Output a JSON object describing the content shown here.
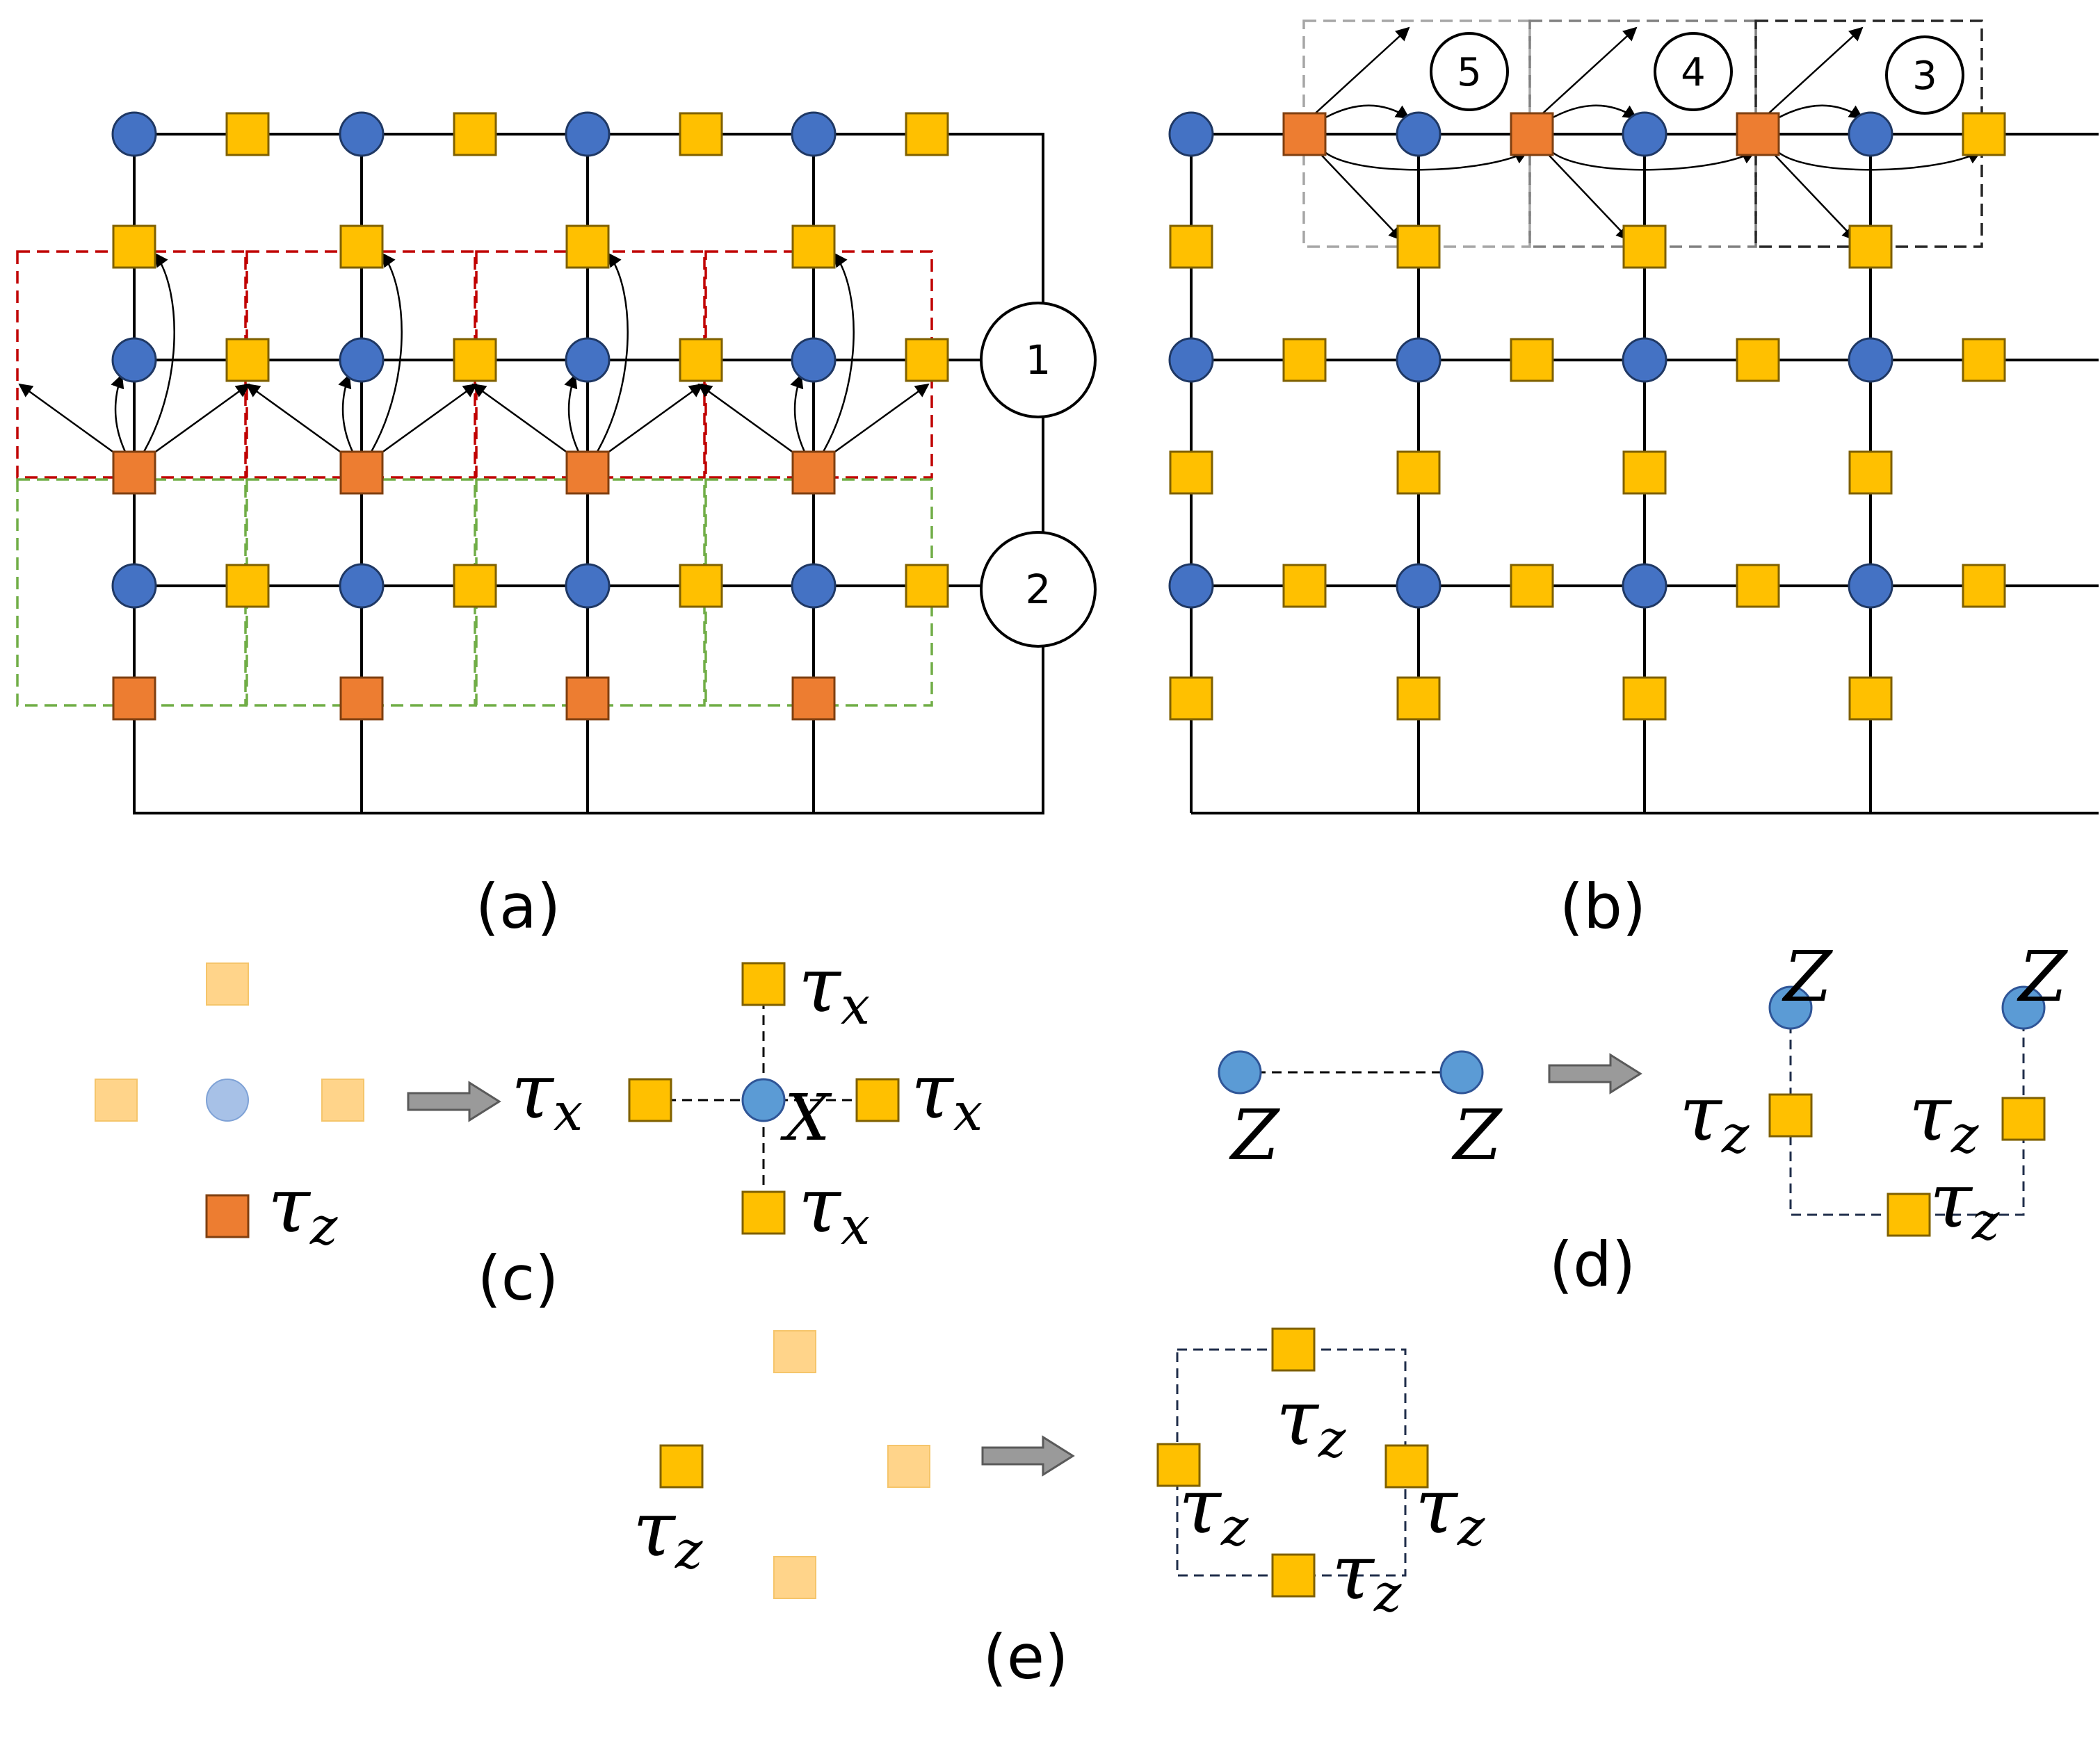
{
  "panels": {
    "a": {
      "caption": "(a)",
      "badges": [
        "1",
        "2"
      ]
    },
    "b": {
      "caption": "(b)",
      "badges": [
        "5",
        "4",
        "3"
      ]
    },
    "c": {
      "caption": "(c)"
    },
    "d": {
      "caption": "(d)"
    },
    "e": {
      "caption": "(e)"
    }
  },
  "symbols": {
    "tau": "τ",
    "sub_x": "x",
    "sub_z": "z",
    "pauli_x": "X",
    "pauli_z": "Z"
  },
  "colors": {
    "data_qubit": "#4472C4",
    "data_qubit_light": "#A7C1E7",
    "x_ancilla": "#FFC000",
    "x_ancilla_light": "#FFD48A",
    "z_ancilla": "#ED7D31",
    "red_box": "#C00000",
    "green_box": "#70AD47",
    "gray_box_light": "#A6A6A6",
    "gray_box_mid": "#808080",
    "gray_box_dark": "#262626",
    "arrow_fill": "#9A9A9A"
  }
}
